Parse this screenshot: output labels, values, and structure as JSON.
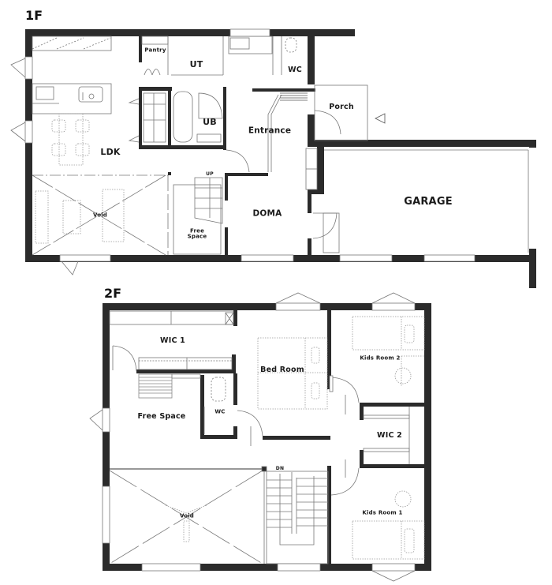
{
  "floors": [
    {
      "label": "1F",
      "rooms": [
        {
          "id": "pantry",
          "label": "Pantry"
        },
        {
          "id": "ut",
          "label": "UT"
        },
        {
          "id": "wc",
          "label": "WC"
        },
        {
          "id": "ub",
          "label": "UB"
        },
        {
          "id": "porch",
          "label": "Porch"
        },
        {
          "id": "entrance",
          "label": "Entrance"
        },
        {
          "id": "ldk",
          "label": "LDK"
        },
        {
          "id": "void",
          "label": "Void"
        },
        {
          "id": "free_space",
          "label": "Free Space"
        },
        {
          "id": "doma",
          "label": "DOMA"
        },
        {
          "id": "garage",
          "label": "GARAGE"
        }
      ],
      "stair_label": "UP"
    },
    {
      "label": "2F",
      "rooms": [
        {
          "id": "wic1",
          "label": "WIC 1"
        },
        {
          "id": "bedroom",
          "label": "Bed Room"
        },
        {
          "id": "kids2",
          "label": "Kids Room 2"
        },
        {
          "id": "free_space",
          "label": "Free Space"
        },
        {
          "id": "wc",
          "label": "WC"
        },
        {
          "id": "wic2",
          "label": "WIC 2"
        },
        {
          "id": "void",
          "label": "Void"
        },
        {
          "id": "kids1",
          "label": "Kids Room 1"
        }
      ],
      "stair_label": "DN"
    }
  ],
  "colors": {
    "wall": "#2b2b2b",
    "line": "#777777",
    "dotted": "#9a9a9a",
    "background": "#ffffff"
  },
  "entry_marker_icon": "triangle-left-icon"
}
